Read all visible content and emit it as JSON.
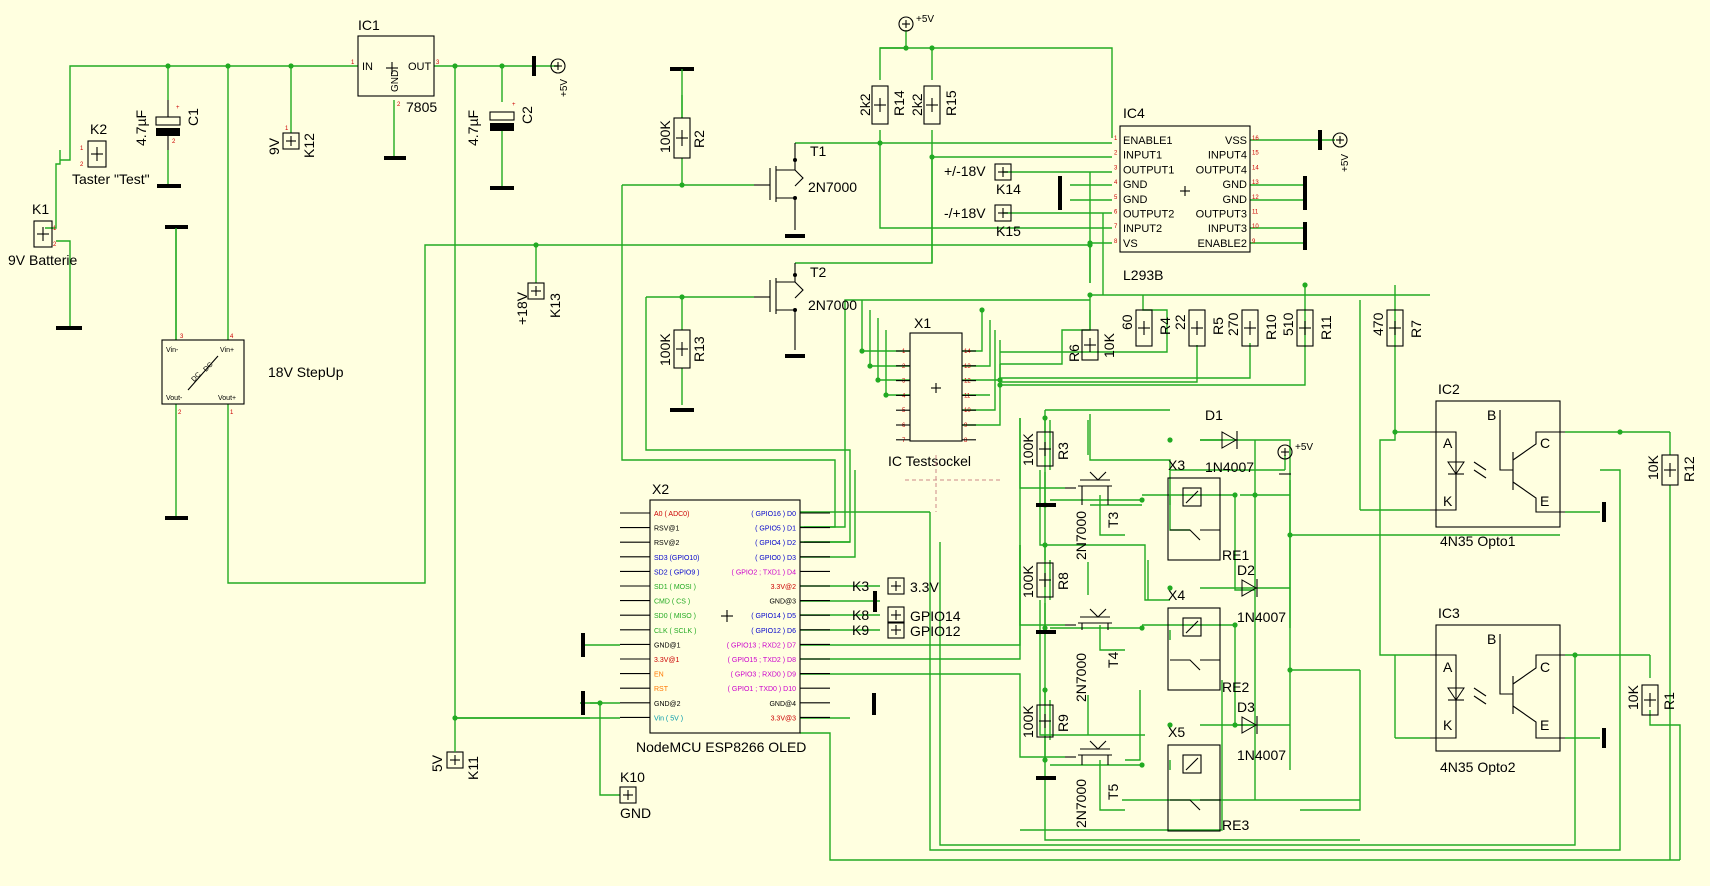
{
  "supply": {
    "plus5v_a": "+5V",
    "plus5v_b": "+5V",
    "plus5v_c": "+5V",
    "plus5v_d": "+5V"
  },
  "K1": {
    "ref": "K1",
    "label": "9V Batterie"
  },
  "K2": {
    "ref": "K2",
    "label": "Taster \"Test\""
  },
  "C1": {
    "ref": "C1",
    "value": "4.7µF"
  },
  "C2": {
    "ref": "C2",
    "value": "4.7µF"
  },
  "K12": {
    "ref": "K12",
    "value": "9V"
  },
  "IC1": {
    "ref": "IC1",
    "value": "7805",
    "pin_in": "IN",
    "pin_out": "OUT",
    "pin_gnd": "GND"
  },
  "stepup": {
    "label": "18V StepUp",
    "vin_minus": "Vin-",
    "vin_plus": "Vin+",
    "vout_minus": "Vout-",
    "vout_plus": "Vout+",
    "dc1": "DC",
    "dc2": "DC"
  },
  "K13": {
    "ref": "K13",
    "value": "+18V"
  },
  "K11": {
    "ref": "K11",
    "value": "5V"
  },
  "K10": {
    "ref": "K10",
    "value": "GND"
  },
  "R2": {
    "ref": "R2",
    "value": "100K"
  },
  "R13": {
    "ref": "R13",
    "value": "100K"
  },
  "R14": {
    "ref": "R14",
    "value": "2k2"
  },
  "R15": {
    "ref": "R15",
    "value": "2k2"
  },
  "T1": {
    "ref": "T1",
    "value": "2N7000"
  },
  "T2": {
    "ref": "T2",
    "value": "2N7000"
  },
  "IC4": {
    "ref": "IC4",
    "value": "L293B",
    "left_pins": [
      "ENABLE1",
      "INPUT1",
      "OUTPUT1",
      "GND",
      "GND",
      "OUTPUT2",
      "INPUT2",
      "VS"
    ],
    "right_pins": [
      "VSS",
      "INPUT4",
      "OUTPUT4",
      "GND",
      "GND",
      "OUTPUT3",
      "INPUT3",
      "ENABLE2"
    ]
  },
  "K14": {
    "ref": "K14",
    "label": "+/-18V"
  },
  "K15": {
    "ref": "K15",
    "label": "-/+18V"
  },
  "X1": {
    "ref": "X1",
    "label": "IC Testsockel"
  },
  "R4": {
    "ref": "R4",
    "value": "60"
  },
  "R5": {
    "ref": "R5",
    "value": "22"
  },
  "R6": {
    "ref": "R6",
    "value": "10K"
  },
  "R10": {
    "ref": "R10",
    "value": "270"
  },
  "R11": {
    "ref": "R11",
    "value": "510"
  },
  "R7": {
    "ref": "R7",
    "value": "470"
  },
  "R12": {
    "ref": "R12",
    "value": "10K"
  },
  "R1": {
    "ref": "R1",
    "value": "10K"
  },
  "R3": {
    "ref": "R3",
    "value": "100K"
  },
  "R8": {
    "ref": "R8",
    "value": "100K"
  },
  "R9": {
    "ref": "R9",
    "value": "100K"
  },
  "T3": {
    "ref": "T3",
    "value": "2N7000"
  },
  "T4": {
    "ref": "T4",
    "value": "2N7000"
  },
  "T5": {
    "ref": "T5",
    "value": "2N7000"
  },
  "D1": {
    "ref": "D1",
    "value": "1N4007"
  },
  "D2": {
    "ref": "D2",
    "value": "1N4007"
  },
  "D3": {
    "ref": "D3",
    "value": "1N4007"
  },
  "X3": {
    "ref": "X3",
    "relay": "RE1"
  },
  "X4": {
    "ref": "X4",
    "relay": "RE2"
  },
  "X5": {
    "ref": "X5",
    "relay": "RE3"
  },
  "IC2": {
    "ref": "IC2",
    "label": "4N35 Opto1",
    "a": "A",
    "k": "K",
    "b": "B",
    "c": "C",
    "e": "E"
  },
  "IC3": {
    "ref": "IC3",
    "label": "4N35 Opto2",
    "a": "A",
    "k": "K",
    "b": "B",
    "c": "C",
    "e": "E"
  },
  "X2": {
    "ref": "X2",
    "label": "NodeMCU ESP8266 OLED",
    "left_pins": [
      "A0 ( ADC0)",
      "RSV@1",
      "RSV@2",
      "SD3 (GPIO10)",
      "SD2 ( GPIO9 )",
      "SD1 ( MOSI )",
      "CMD ( CS )",
      "SD0 ( MISO )",
      "CLK ( SCLK )",
      "GND@1",
      "3.3V@1",
      "EN",
      "RST",
      "GND@2",
      "Vin ( 5V )"
    ],
    "right_pins": [
      "( GPIO16 ) D0",
      "( GPIO5 ) D1",
      "( GPIO4 ) D2",
      "( GPIO0 ) D3",
      "( GPIO2 ; TXD1 ) D4",
      "3.3V@2",
      "GND@3",
      "( GPIO14 ) D5",
      "( GPIO12 ) D6",
      "( GPIO13 ; RXD2 ) D7",
      "( GPIO15 ; TXD2 ) D8",
      "( GPIO3 ; RXD0 ) D9",
      "( GPIO1 ; TXD0 ) D10",
      "GND@4",
      "3.3V@3"
    ],
    "left_colors": [
      "#cc0000",
      "#000000",
      "#000000",
      "#0000cc",
      "#0000cc",
      "#22aa22",
      "#22aa22",
      "#22aa22",
      "#22aa22",
      "#000000",
      "#cc0000",
      "#ff7700",
      "#ff7700",
      "#000000",
      "#0099aa"
    ],
    "right_colors": [
      "#0000cc",
      "#0000cc",
      "#0000cc",
      "#0000cc",
      "#cc00cc",
      "#cc0000",
      "#000000",
      "#0000cc",
      "#0000cc",
      "#cc00cc",
      "#cc00cc",
      "#cc00cc",
      "#cc00cc",
      "#000000",
      "#cc0000"
    ]
  },
  "K3": {
    "ref": "K3",
    "value": "3.3V"
  },
  "K8": {
    "ref": "K8",
    "value": "GPIO14"
  },
  "K9": {
    "ref": "K9",
    "value": "GPIO12"
  }
}
